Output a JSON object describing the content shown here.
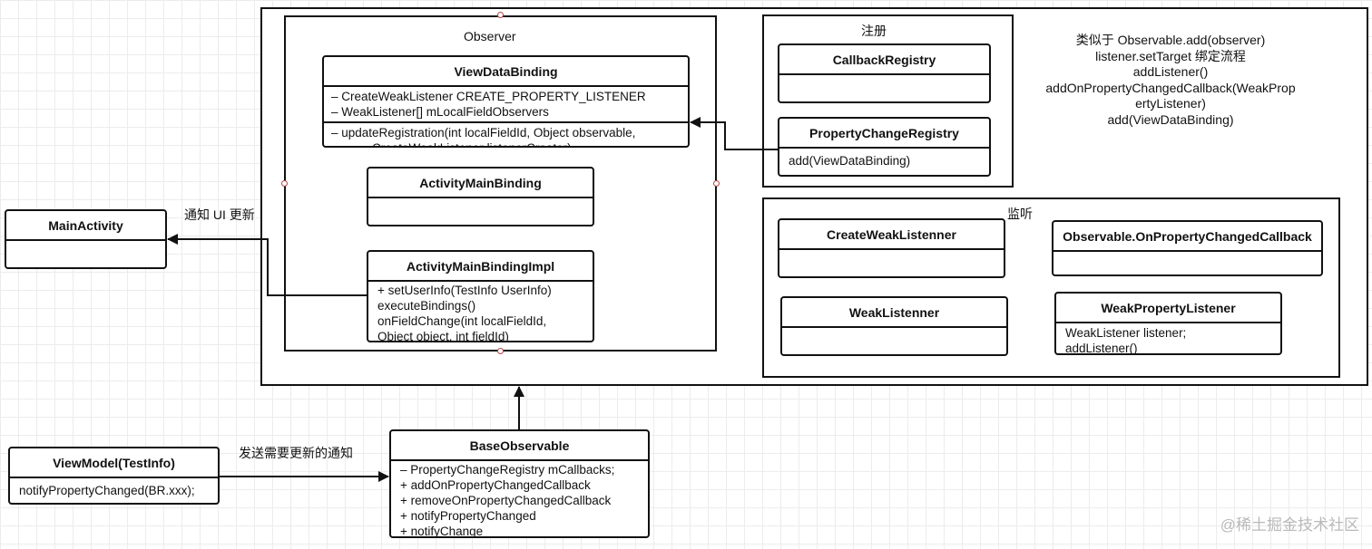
{
  "observer": {
    "title": "Observer",
    "view_data_binding": {
      "name": "ViewDataBinding",
      "fields": [
        "– CreateWeakListener CREATE_PROPERTY_LISTENER",
        "– WeakListener[] mLocalFieldObservers"
      ],
      "methods": [
        "– updateRegistration(int localFieldId, Object observable,",
        "CreateWeakListener listenerCreator)"
      ]
    },
    "activity_main_binding": {
      "name": "ActivityMainBinding"
    },
    "activity_main_binding_impl": {
      "name": "ActivityMainBindingImpl",
      "methods": [
        "+ setUserInfo(TestInfo UserInfo)",
        "executeBindings()",
        "onFieldChange(int localFieldId,",
        "Object object, int fieldId)"
      ]
    }
  },
  "register": {
    "title": "注册",
    "callback_registry": {
      "name": "CallbackRegistry"
    },
    "property_change_registry": {
      "name": "PropertyChangeRegistry",
      "methods": [
        "add(ViewDataBinding)"
      ]
    }
  },
  "note": {
    "lines": [
      "类似于 Observable.add(observer)",
      "listener.setTarget 绑定流程",
      "addListener()",
      "addOnPropertyChangedCallback(WeakProp",
      "ertyListener)",
      "add(ViewDataBinding)"
    ]
  },
  "listen": {
    "title": "监听",
    "create_weak_listener": {
      "name": "CreateWeakListenner"
    },
    "on_property_changed_callback": {
      "name": "Observable.OnPropertyChangedCallback"
    },
    "weak_listener": {
      "name": "WeakListenner"
    },
    "weak_property_listener": {
      "name": "WeakPropertyListener",
      "fields": [
        "WeakListener listener;",
        "addListener()"
      ]
    }
  },
  "main_activity": {
    "name": "MainActivity"
  },
  "notify_ui_label": "通知 UI 更新",
  "view_model": {
    "name": "ViewModel(TestInfo)",
    "methods": [
      "notifyPropertyChanged(BR.xxx);"
    ]
  },
  "send_label": "发送需要更新的通知",
  "base_observable": {
    "name": "BaseObservable",
    "members": [
      "– PropertyChangeRegistry mCallbacks;",
      "+ addOnPropertyChangedCallback",
      "+ removeOnPropertyChangedCallback",
      "+ notifyPropertyChanged",
      "+ notifyChange"
    ]
  },
  "watermark": "@稀土掘金技术社区"
}
